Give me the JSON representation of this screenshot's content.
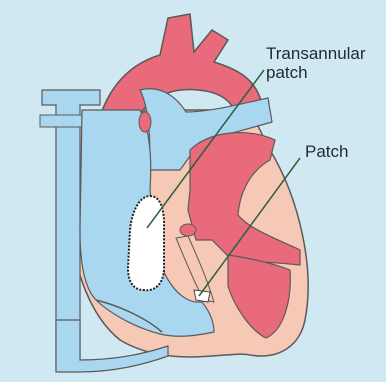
{
  "labels": {
    "transannular_patch_line1": "Transannular",
    "transannular_patch_line2": "patch",
    "patch": "Patch"
  },
  "colors": {
    "background": "#cfe8f2",
    "oxygenated": "#e86a7b",
    "deoxygenated": "#aad7f0",
    "wall": "#f6c9b6",
    "patch_fill": "#ffffff",
    "outline": "#3b3b3b",
    "pointer_line": "#2e5e3b"
  }
}
